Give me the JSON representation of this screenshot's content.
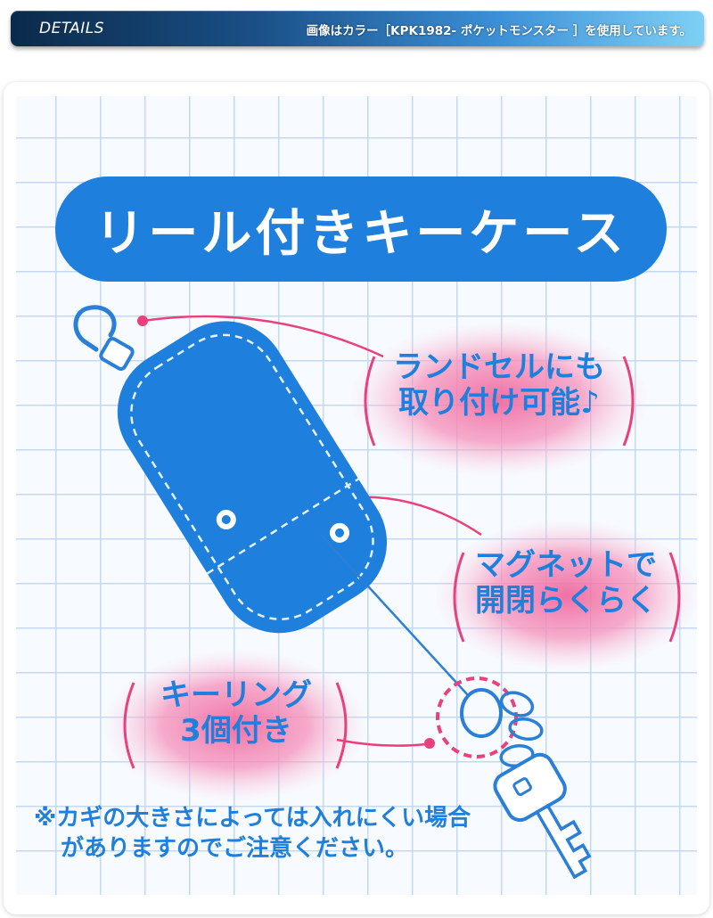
{
  "header": {
    "title": "DETAILS",
    "note": "画像はカラー［KPK1982- ポケットモンスター ］を使用しています。"
  },
  "product": {
    "title": "リール付きキーケース"
  },
  "callouts": [
    {
      "line1": "ランドセルにも",
      "line2": "取り付け可能♪"
    },
    {
      "line1": "マグネットで",
      "line2": "開閉らくらく"
    },
    {
      "line1": "キーリング",
      "line2": "3個付き"
    }
  ],
  "footnote": {
    "line1": "※カギの大きさによっては入れにくい場合",
    "line2": "がありますのでご注意ください。"
  },
  "colors": {
    "accent_blue": "#1e7fdc",
    "pink_callout": "#f06aa0",
    "grid_line": "#c5d9ee"
  }
}
